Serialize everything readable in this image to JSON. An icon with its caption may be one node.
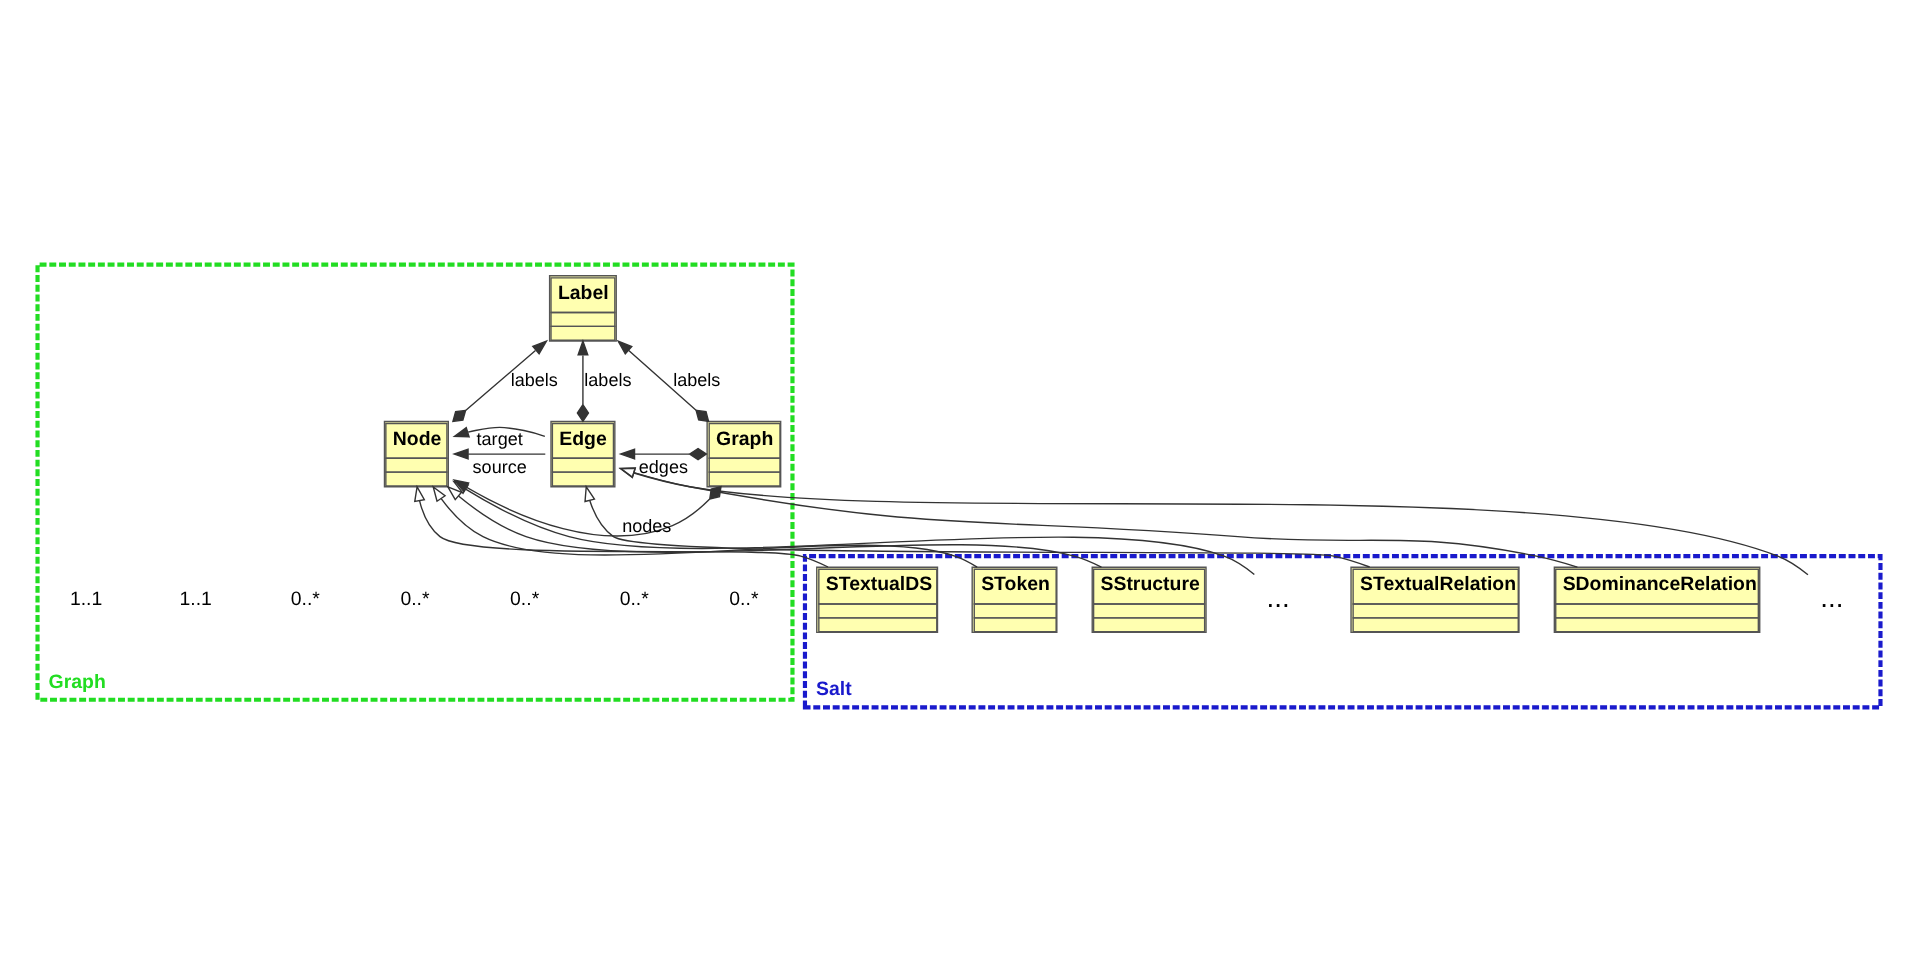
{
  "diagram": {
    "nodes": [
      {
        "text": [
          "Graph"
        ]
      },
      {
        "text": [
          "Label"
        ],
        "in": 0
      },
      {
        "text": [
          "Graph"
        ],
        "in": 0
      },
      {
        "text": [
          "Node"
        ],
        "in": 0
      },
      {
        "text": [
          "Edge"
        ],
        "in": 0
      },
      {
        "text": [
          "Salt"
        ]
      },
      {
        "text": [
          "STextualDS"
        ],
        "in": 5
      },
      {
        "text": [
          "SToken"
        ],
        "in": 5
      },
      {
        "text": [
          "SStructure"
        ],
        "in": 5
      },
      {
        "text": [
          "..."
        ],
        "in": 5
      },
      {
        "text": [
          "STextualRelation"
        ],
        "in": 5
      },
      {
        "text": [
          "SDominanceRelation"
        ],
        "in": 5
      },
      {
        "text": [
          "..."
        ],
        "in": 5
      }
    ],
    "edges": [
      {
        "from": 3,
        "to": 1,
        "arrow": "to",
        "label": "labels"
      },
      {
        "from": 4,
        "to": 1,
        "arrow": "to",
        "label": "labels"
      },
      {
        "from": 2,
        "to": 1,
        "arrow": "to",
        "label": "labels"
      },
      {
        "from": 2,
        "to": 3,
        "arrow": "to",
        "label": "nodes"
      },
      {
        "from": 2,
        "to": 4,
        "arrow": "to",
        "label": "edges"
      },
      {
        "from": 4,
        "to": 3,
        "arrow": "to",
        "label": "source"
      },
      {
        "from": 4,
        "to": 3,
        "arrow": "to",
        "label": "target"
      },
      {
        "from": 6,
        "to": 3,
        "arrow": "to"
      },
      {
        "from": 7,
        "to": 3,
        "arrow": "to"
      },
      {
        "from": 8,
        "to": 3,
        "arrow": "to"
      },
      {
        "from": 9,
        "to": 3,
        "arrow": "to"
      },
      {
        "from": 10,
        "to": 4,
        "arrow": "to"
      },
      {
        "from": 11,
        "to": 4,
        "arrow": "to"
      },
      {
        "from": 12,
        "to": 4,
        "arrow": "to"
      }
    ],
    "labels": [
      "0..*",
      "0..*",
      "0..*",
      "0..*",
      "0..*",
      "1..1",
      "1..1"
    ]
  }
}
